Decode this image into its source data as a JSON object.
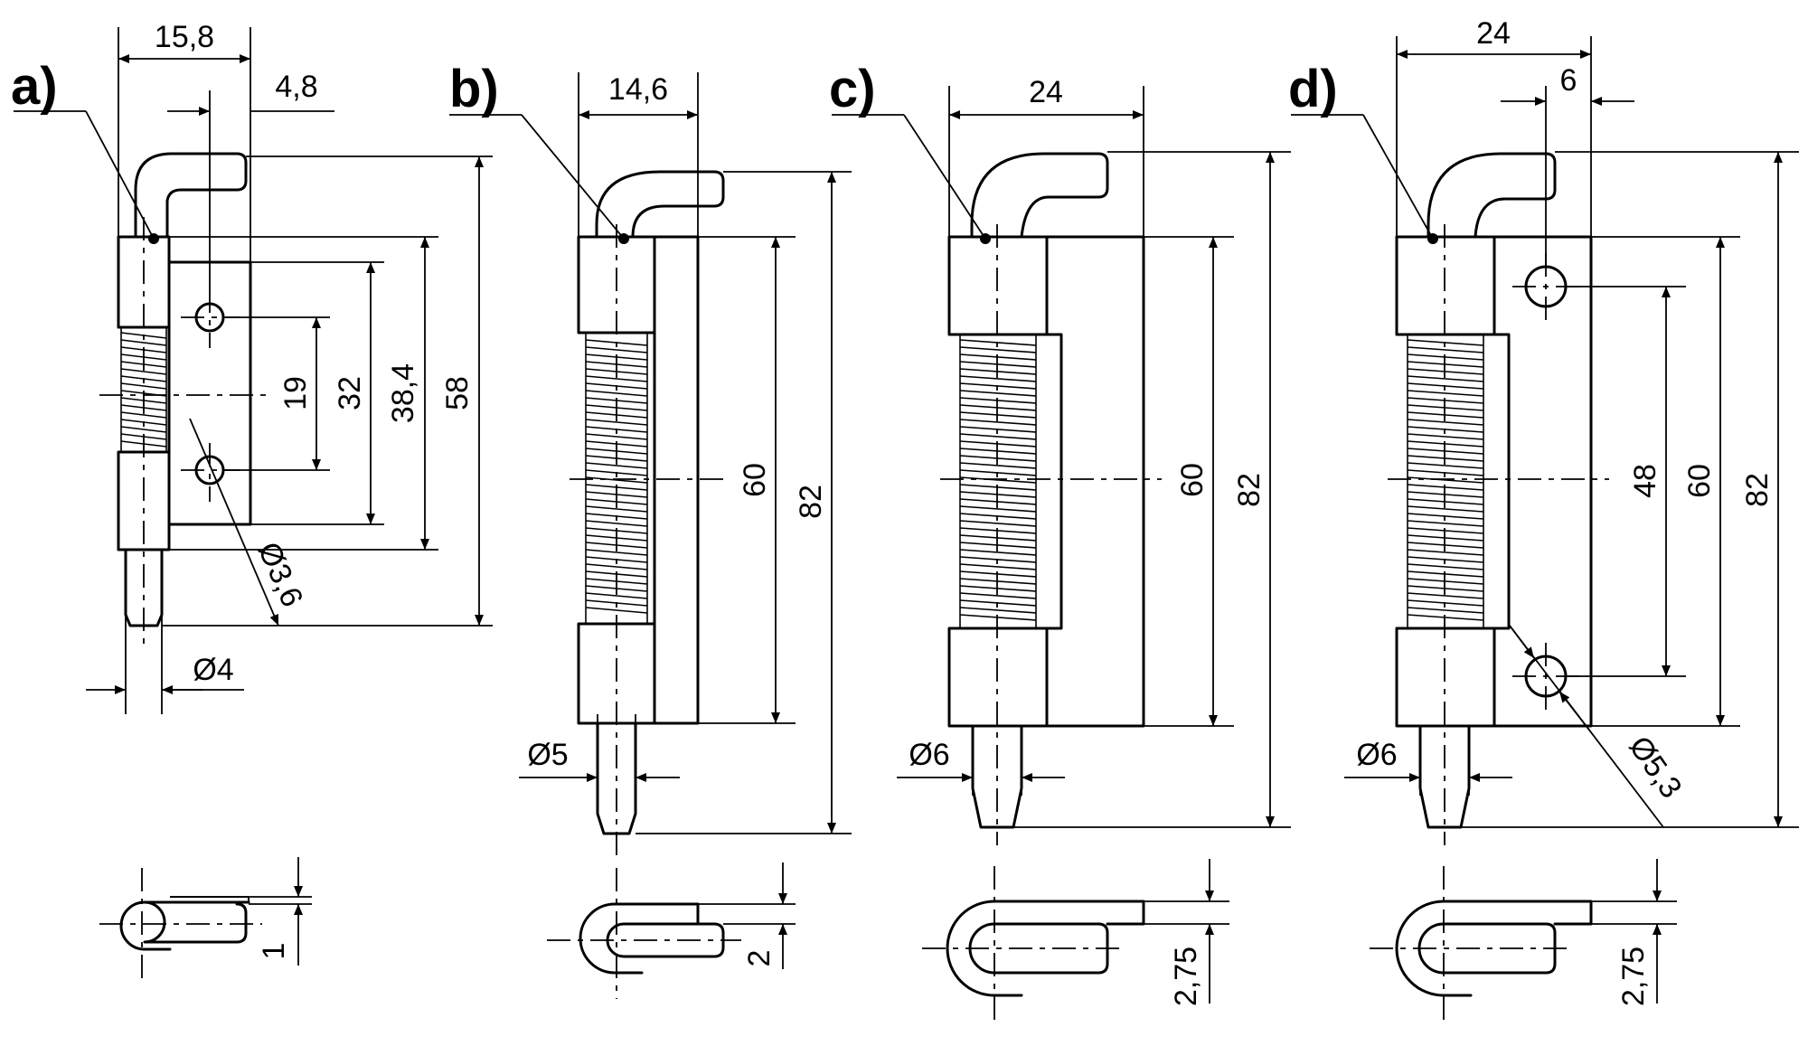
{
  "variants": {
    "a": {
      "label": "a)",
      "dims": {
        "w_total": "15,8",
        "w_offset": "4,8",
        "h1": "19",
        "h2": "32",
        "h3": "38,4",
        "h4": "58",
        "hole": "Ø3,6",
        "pin": "Ø4",
        "thickness": "1"
      }
    },
    "b": {
      "label": "b)",
      "dims": {
        "w_total": "14,6",
        "h1": "60",
        "h2": "82",
        "pin": "Ø5",
        "thickness": "2"
      }
    },
    "c": {
      "label": "c)",
      "dims": {
        "w_total": "24",
        "h1": "60",
        "h2": "82",
        "pin": "Ø6",
        "thickness": "2,75"
      }
    },
    "d": {
      "label": "d)",
      "dims": {
        "w_total": "24",
        "w_offset": "6",
        "h1": "48",
        "h2": "60",
        "h3": "82",
        "hole": "Ø5,3",
        "pin": "Ø6",
        "thickness": "2,75"
      }
    }
  }
}
